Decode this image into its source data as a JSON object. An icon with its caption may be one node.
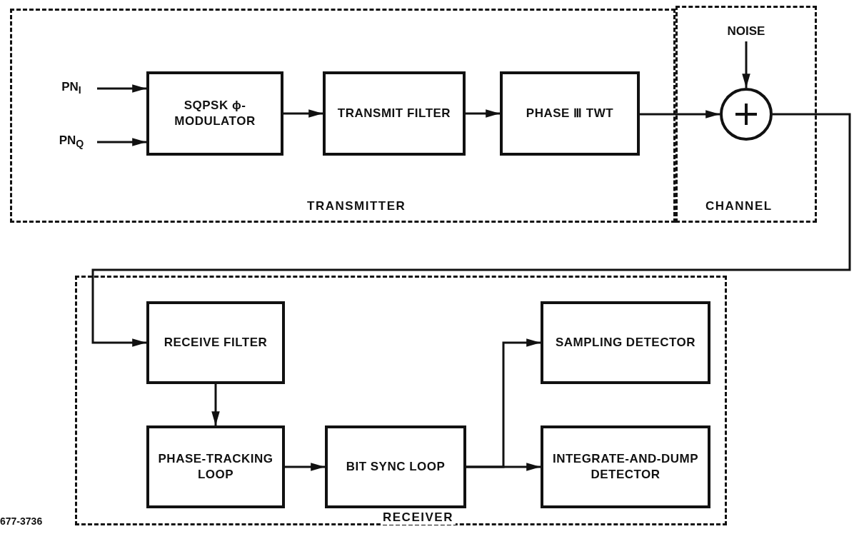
{
  "diagram": {
    "nodes": [
      {
        "text": [
          "TRANSMITTER"
        ]
      },
      {
        "text": [
          "CHANNEL"
        ]
      },
      {
        "text": [
          "RECEIVER"
        ]
      },
      {
        "text": [
          "PN$_{I}$"
        ],
        "in": 0
      },
      {
        "text": [
          "PN$_{Q}$"
        ],
        "in": 0
      },
      {
        "text": [
          "SQPSK ϕ-MODULATOR"
        ],
        "in": 0
      },
      {
        "text": [
          "TRANSMIT FILTER"
        ],
        "in": 0
      },
      {
        "text": [
          "PHASE Ⅲ TWT"
        ],
        "in": 0
      },
      {
        "text": [
          "NOISE"
        ],
        "in": 1
      },
      {
        "text": [],
        "shape": "circle",
        "in": 1
      },
      {
        "text": [
          "RECEIVE FILTER"
        ],
        "in": 2
      },
      {
        "text": [
          "PHASE-TRACKING LOOP"
        ],
        "in": 2
      },
      {
        "text": [
          "BIT SYNC LOOP"
        ],
        "in": 2
      },
      {
        "text": [
          "SAMPLING DETECTOR"
        ],
        "in": 2
      },
      {
        "text": [
          "INTEGRATE-AND-DUMP DETECTOR"
        ],
        "in": 2
      }
    ],
    "edges": [
      {
        "from": 3,
        "to": 5,
        "arrow": "to"
      },
      {
        "from": 4,
        "to": 5,
        "arrow": "to"
      },
      {
        "from": 5,
        "to": 6,
        "arrow": "to"
      },
      {
        "from": 6,
        "to": 7,
        "arrow": "to"
      },
      {
        "from": 7,
        "to": 9,
        "arrow": "to"
      },
      {
        "from": 8,
        "to": 9,
        "arrow": "to"
      },
      {
        "from": 9,
        "to": 10,
        "arrow": "to"
      },
      {
        "from": 10,
        "to": 11,
        "arrow": "to"
      },
      {
        "from": 11,
        "to": 12,
        "arrow": "to"
      },
      {
        "from": 12,
        "to": 13,
        "arrow": "to"
      },
      {
        "from": 12,
        "to": 14,
        "arrow": "to"
      }
    ],
    "labels": [
      "677-3736"
    ]
  }
}
